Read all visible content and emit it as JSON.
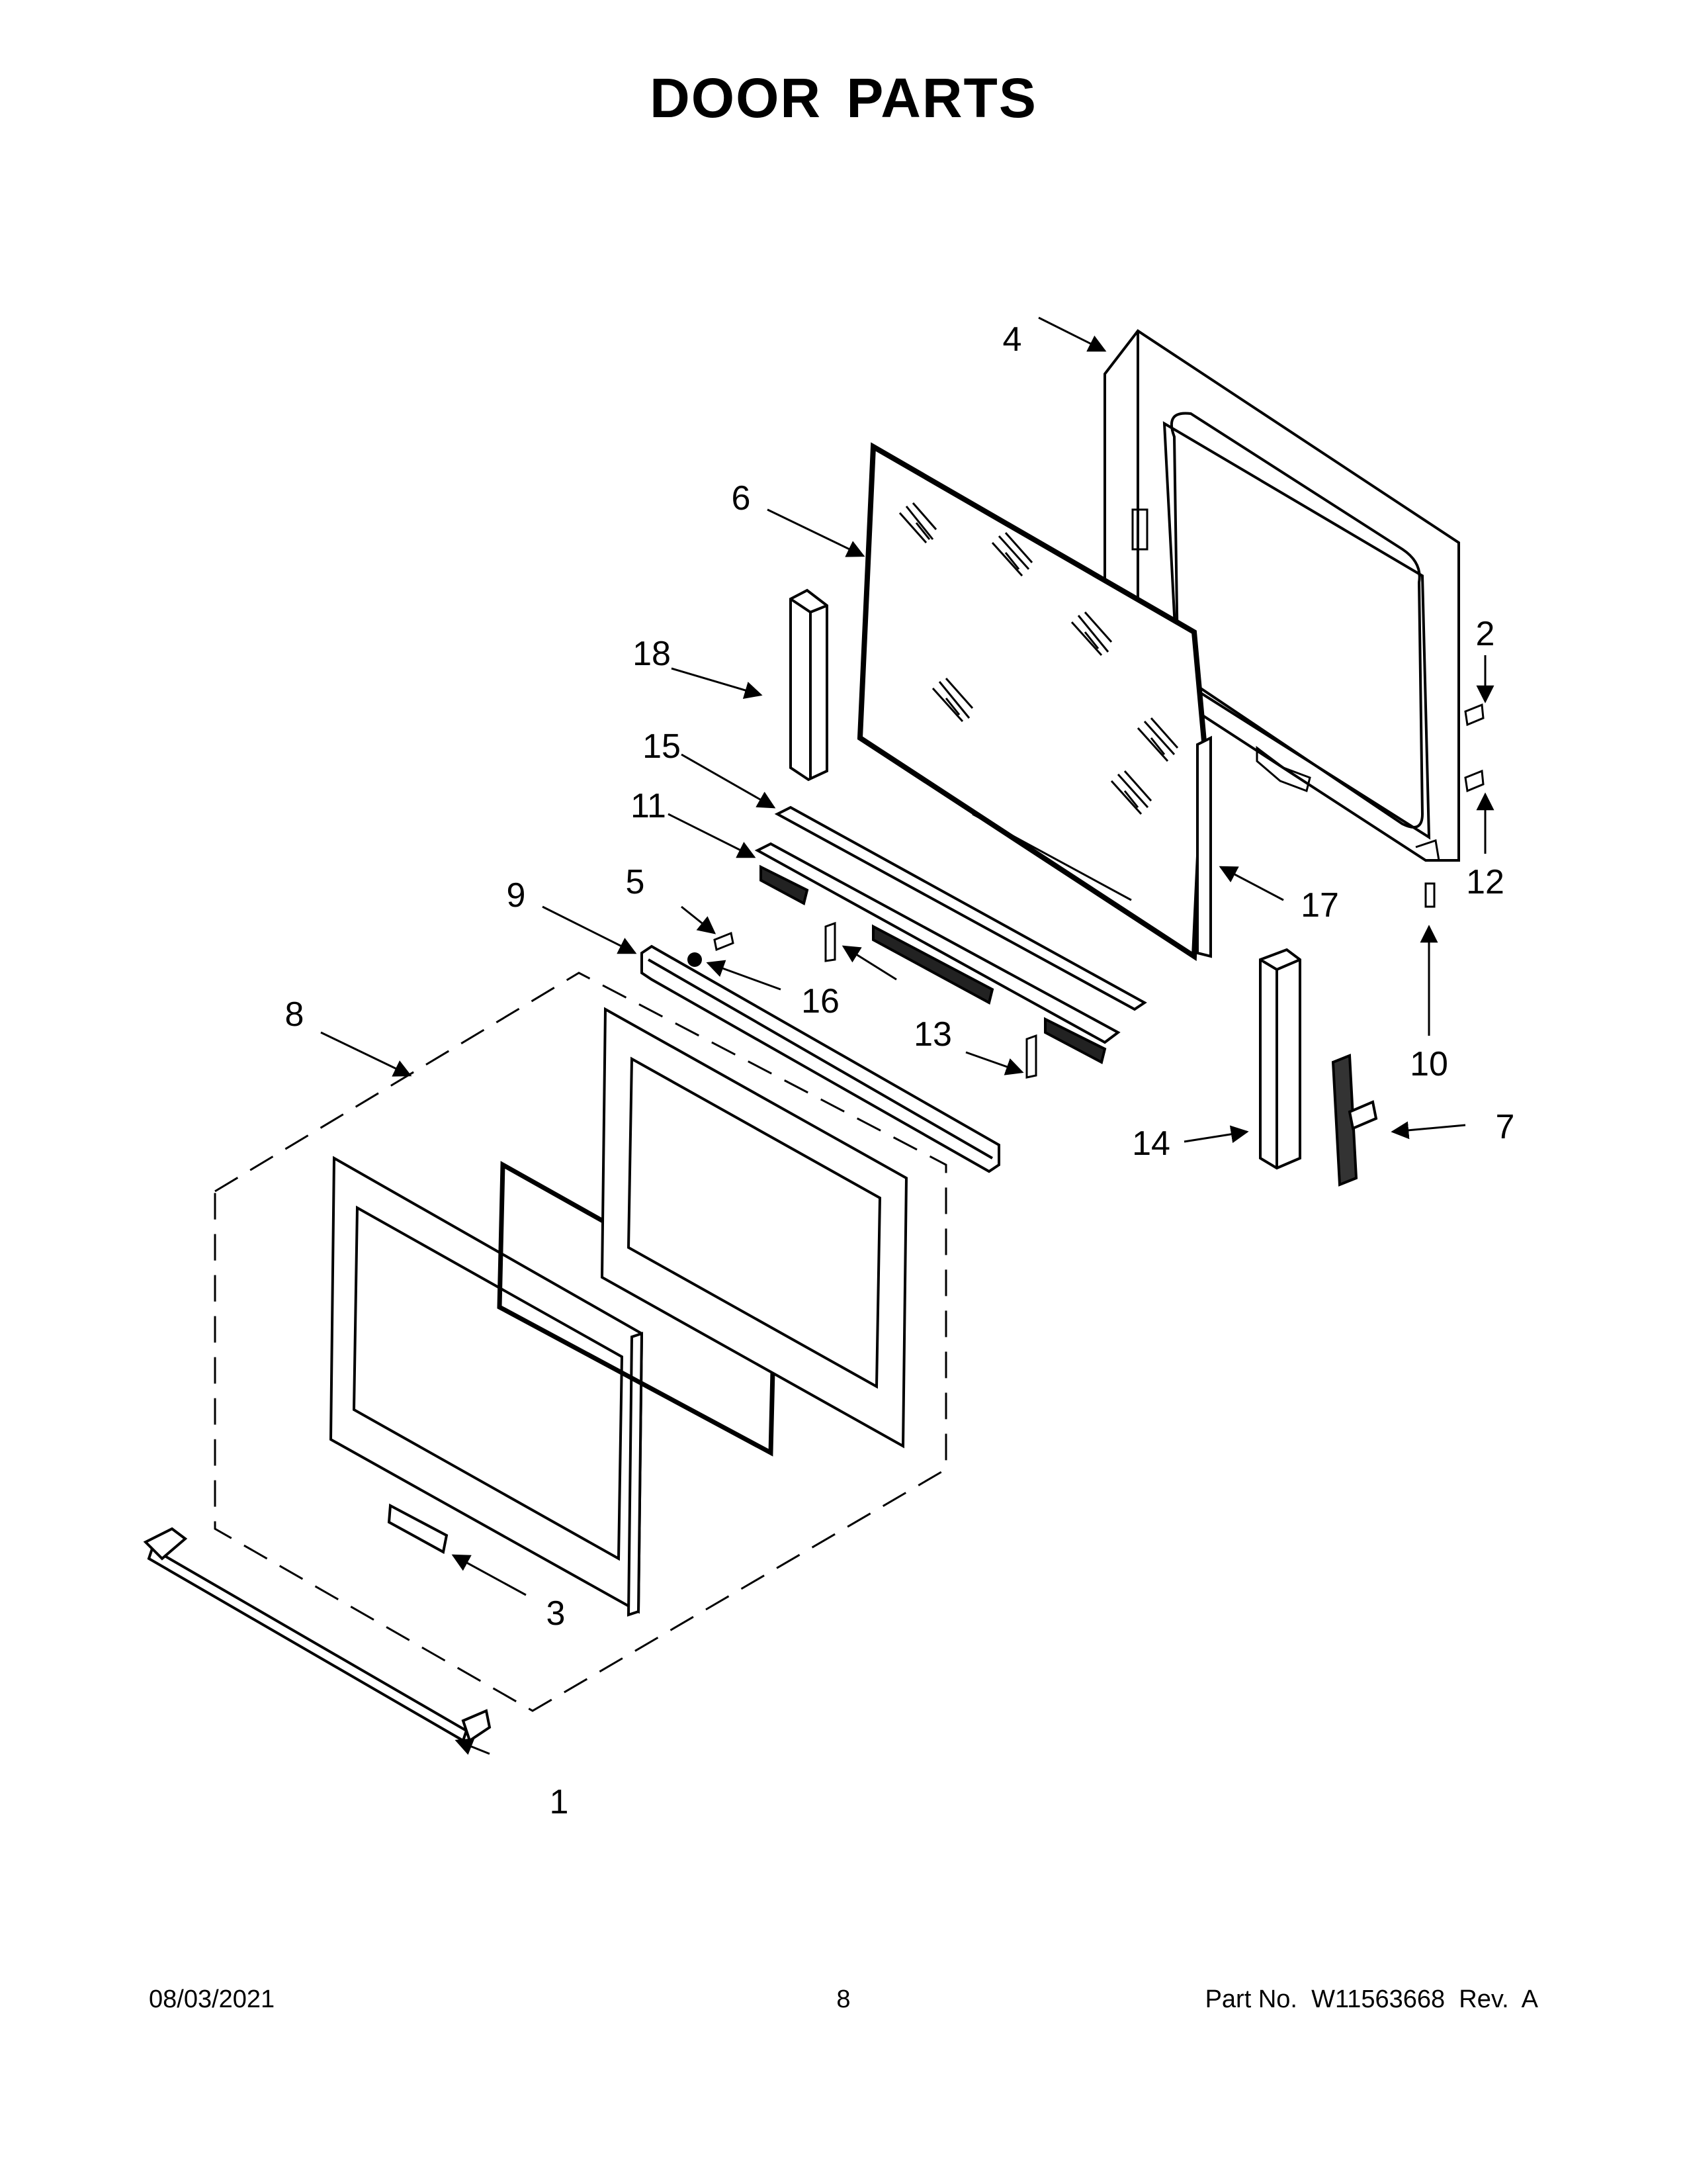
{
  "title": "DOOR PARTS",
  "callouts": [
    "1",
    "2",
    "3",
    "4",
    "5",
    "6",
    "7",
    "8",
    "9",
    "10",
    "11",
    "12",
    "13",
    "14",
    "15",
    "16",
    "17",
    "18"
  ],
  "footer": {
    "date": "08/03/2021",
    "page": "8",
    "part_no": "Part No.  W11563668  Rev.  A"
  }
}
